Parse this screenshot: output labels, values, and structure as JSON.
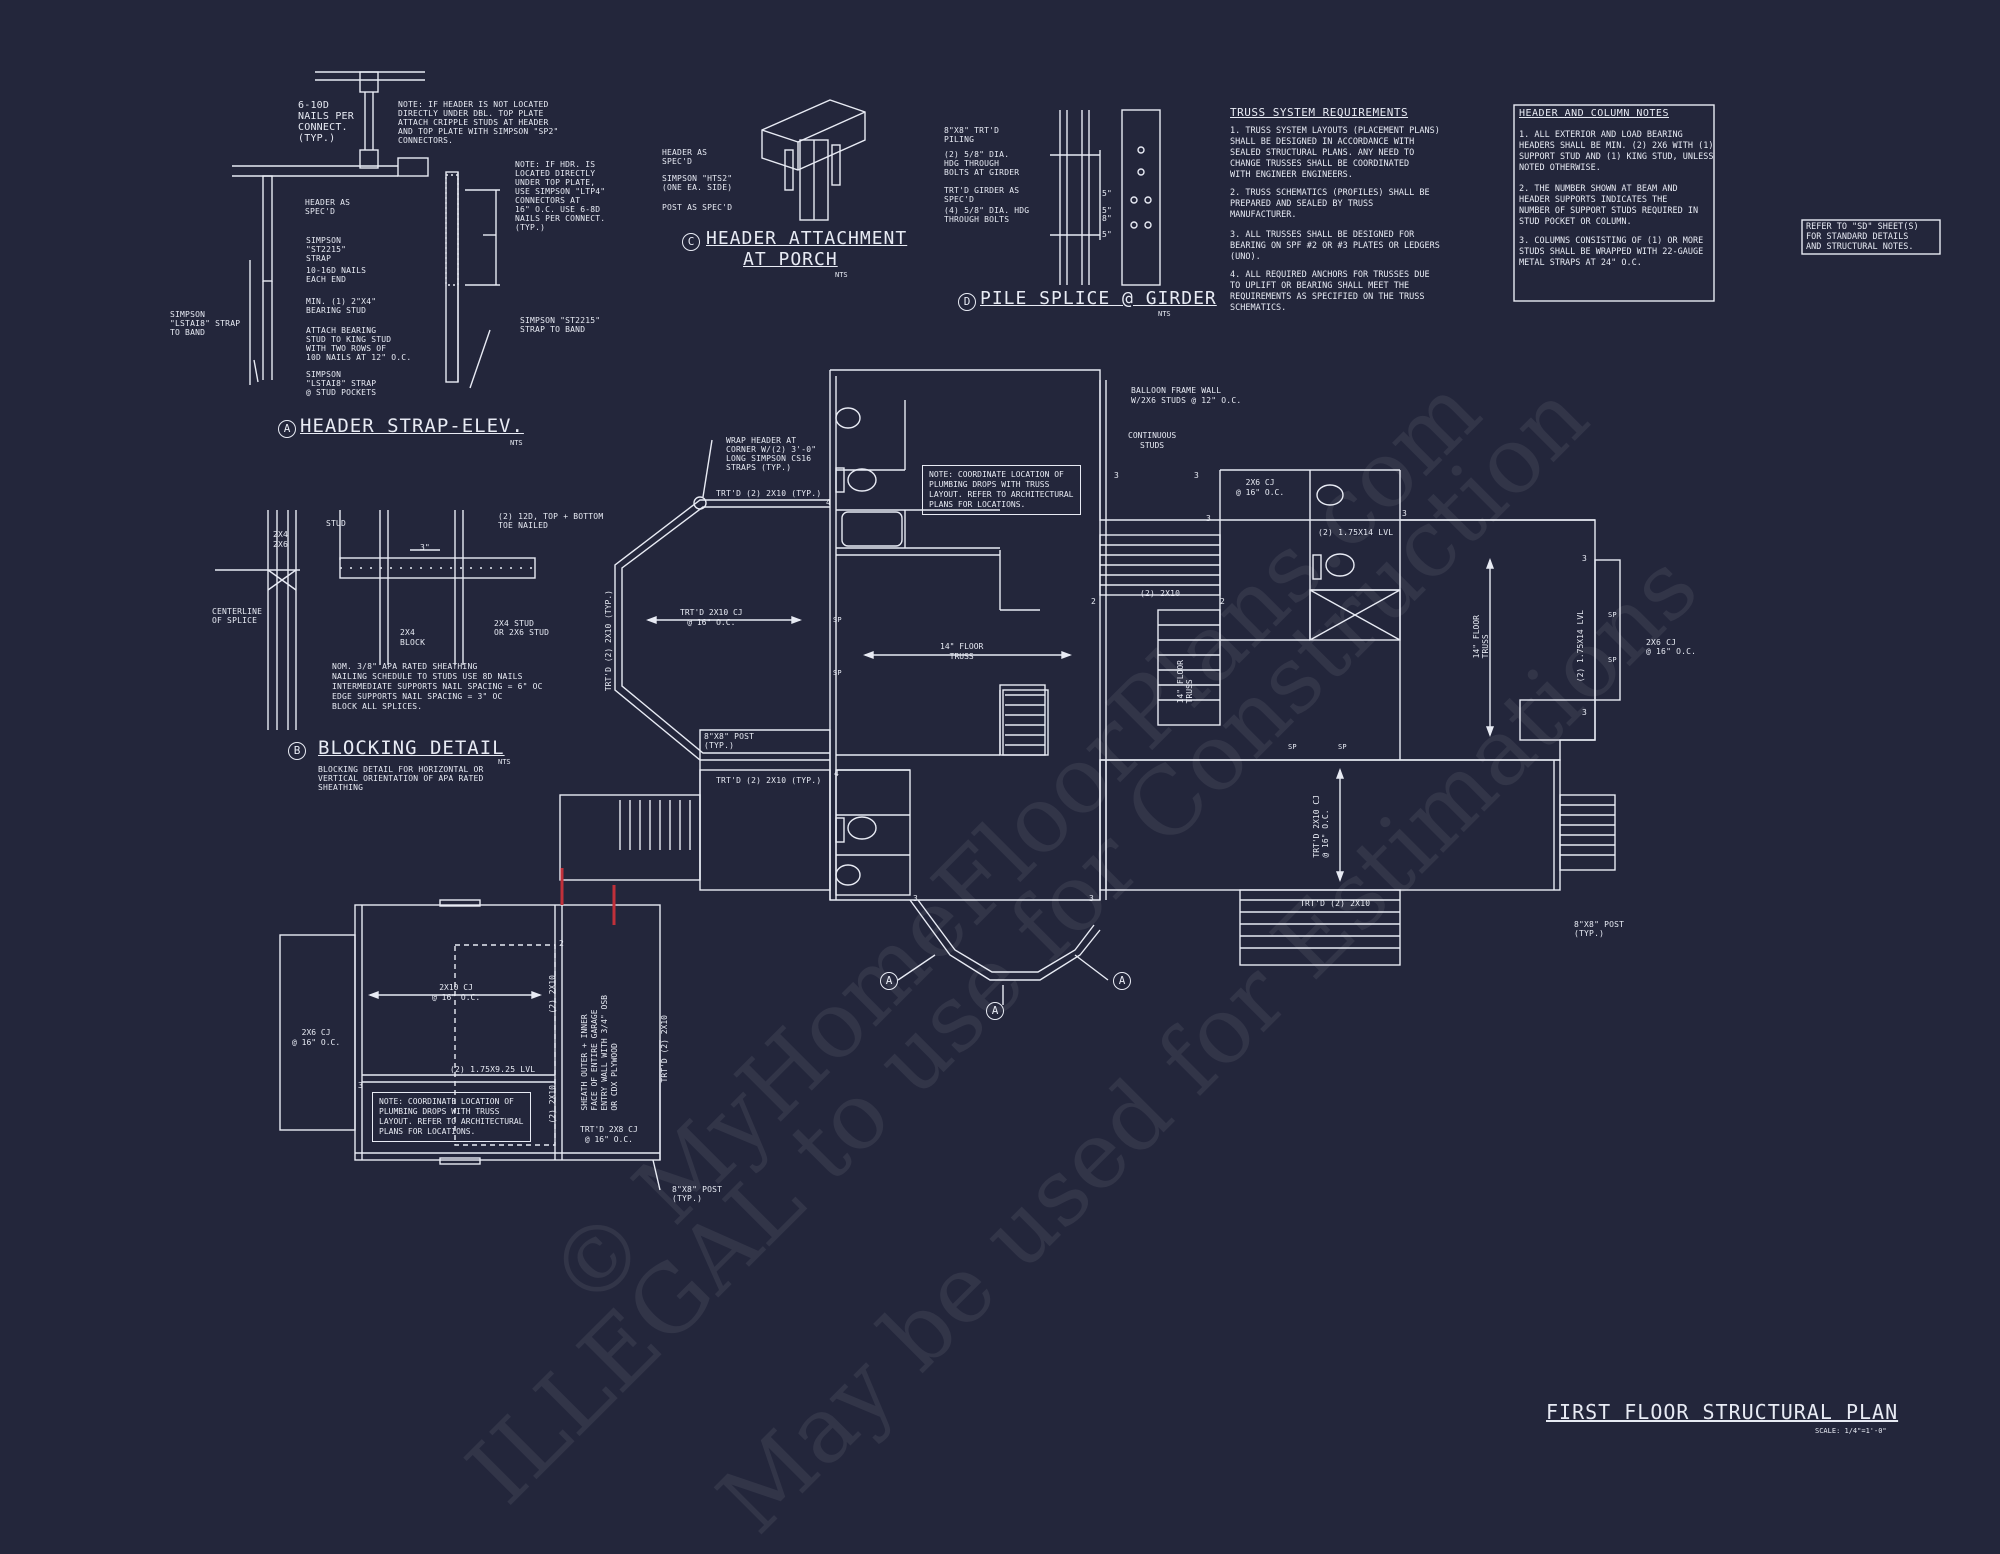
{
  "sheet": {
    "title": "FIRST FLOOR STRUCTURAL PLAN",
    "scale": "SCALE: 1/4\"=1'-0\"",
    "refer_note": "REFER TO \"SD\" SHEET(S)\nFOR STANDARD DETAILS\nAND STRUCTURAL NOTES."
  },
  "watermark": {
    "line1": "© MyHomeFloorPlans.com",
    "line2": "ILLEGAL to use for Construction",
    "line3": "May be used for Estimations"
  },
  "colors": {
    "background": "#23263b",
    "linework": "#e8ebf4",
    "accent": "#c0303a"
  },
  "detail_a": {
    "bubble": "A",
    "title": "HEADER STRAP-ELEV.",
    "nts": "NTS",
    "notes": {
      "nails": "6-10d\nNAILS PER\nCONNECT.\n(TYP.)",
      "note1": "NOTE: IF HEADER IS NOT LOCATED\nDIRECTLY UNDER DBL. TOP PLATE\nATTACH CRIPPLE STUDS AT HEADER\nAND TOP PLATE WITH SIMPSON \"SP2\"\nCONNECTORS.",
      "note2": "NOTE: IF HDR. IS\nLOCATED DIRECTLY\nUNDER TOP PLATE,\nUSE SIMPSON \"LTP4\"\nCONNECTORS AT\n16\" O.C. USE 6-8d\nNAILS PER CONNECT.\n(TYP.)",
      "header": "HEADER AS\nSPEC'D",
      "strap": "SIMPSON\n\"ST2215\"\nSTRAP",
      "nails2": "10-16d NAILS\nEACH END",
      "stud": "MIN. (1) 2\"x4\"\nBEARING STUD",
      "attach": "ATTACH BEARING\nSTUD TO KING STUD\nWITH TWO ROWS OF\n10d NAILS AT 12\" O.C.",
      "lstai_left": "SIMPSON\n\"LSTAI8\" STRAP\nTO BAND",
      "lstai_bottom": "SIMPSON\n\"LSTAI8\" STRAP\n@ STUD POCKETS",
      "st2215_band": "SIMPSON \"ST2215\"\nSTRAP TO BAND"
    }
  },
  "detail_b": {
    "bubble": "B",
    "title": "BLOCKING DETAIL",
    "nts": "NTS",
    "notes": {
      "size": "2x4\n2x6",
      "stud": "STUD",
      "toe": "(2) 12d, TOP + BOTTOM\nTOE NAILED",
      "dim": "3\"",
      "centerline": "CENTERLINE\nOF SPLICE",
      "block": "2x4\nBLOCK",
      "stud2": "2x4 STUD\nOR 2x6 STUD",
      "sheathing": "NOM. 3/8\" APA RATED SHEATHING\nNAILING SCHEDULE TO STUDS USE 8d NAILS\nINTERMEDIATE SUPPORTS NAIL SPACING = 6\" OC\nEDGE SUPPORTS NAIL SPACING = 3\" OC\nBLOCK ALL SPLICES.",
      "desc": "BLOCKING DETAIL FOR HORIZONTAL OR\nVERTICAL ORIENTATION OF APA RATED\nSHEATHING"
    }
  },
  "detail_c": {
    "bubble": "C",
    "title_line1": "HEADER ATTACHMENT",
    "title_line2": "AT PORCH",
    "nts": "NTS",
    "notes": {
      "header": "HEADER AS\nSPEC'D",
      "simpson": "SIMPSON \"HTS2\"\n(ONE EA. SIDE)",
      "post": "POST AS SPEC'D"
    }
  },
  "detail_d": {
    "bubble": "D",
    "title": "PILE SPLICE @ GIRDER",
    "nts": "NTS",
    "notes": {
      "piling": "8\"x8\" TRT'D\nPILING",
      "bolts1": "(2) 5/8\" DIA.\nHDG THROUGH\nBOLTS AT GIRDER",
      "girder": "TRT'D GIRDER AS\nSPEC'D",
      "bolts2": "(4) 5/8\" DIA. HDG\nTHROUGH BOLTS",
      "dims": [
        "5\"",
        "5\"",
        "8\"",
        "5\""
      ]
    }
  },
  "truss_requirements": {
    "title": "TRUSS SYSTEM REQUIREMENTS",
    "items": [
      "1. TRUSS SYSTEM LAYOUTS (PLACEMENT PLANS)\nSHALL BE DESIGNED IN ACCORDANCE WITH\nSEALED STRUCTURAL PLANS. ANY NEED TO\nCHANGE TRUSSES SHALL BE COORDINATED\nWITH ENGINEER ENGINEERS.",
      "2. TRUSS SCHEMATICS (PROFILES) SHALL BE\nPREPARED AND SEALED BY TRUSS\nMANUFACTURER.",
      "3. ALL TRUSSES SHALL BE DESIGNED FOR\nBEARING ON SPF #2 OR #3 PLATES OR LEDGERS\n(UNO).",
      "4. ALL REQUIRED ANCHORS FOR TRUSSES DUE\nTO UPLIFT OR BEARING SHALL MEET THE\nREQUIREMENTS AS SPECIFIED ON THE TRUSS\nSCHEMATICS."
    ]
  },
  "header_column_notes": {
    "title": "HEADER AND COLUMN NOTES",
    "items": [
      "1. ALL EXTERIOR AND LOAD BEARING\nHEADERS SHALL BE MIN. (2) 2x6 WITH (1)\nSUPPORT STUD AND (1) KING STUD, UNLESS\nNOTED OTHERWISE.",
      "2. THE NUMBER SHOWN AT BEAM AND\nHEADER SUPPORTS INDICATES THE\nNUMBER OF SUPPORT STUDS REQUIRED IN\nSTUD POCKET OR COLUMN.",
      "3. COLUMNS CONSISTING OF (1) OR MORE\nSTUDS SHALL BE WRAPPED WITH 22-GAUGE\nMETAL STRAPS AT 24\" O.C."
    ]
  },
  "plan_labels": {
    "wrap_header": "WRAP HEADER AT\nCORNER w/(2) 3'-0\"\nLONG SIMPSON CS16\nSTRAPS (TYP.)",
    "trtd_top": "TRT'D (2) 2x10 (TYP.)",
    "trtd_left_vertical": "TRT'D (2) 2x10 (TYP.)",
    "trtd_cj": "TRT'D 2x10 CJ\n@ 16\" O.C.",
    "floor_truss_center": "14\" FLOOR\nTRUSS",
    "plumbing_note_1": "NOTE: COORDINATE LOCATION OF\nPLUMBING DROPS WITH TRUSS\nLAYOUT. REFER TO ARCHITECTURAL\nPLANS FOR LOCATIONS.",
    "balloon": "BALLOON FRAME WALL\nw/2x6 STUDS @ 12\" O.C.",
    "continuous_studs": "CONTINUOUS\nSTUDS",
    "two_2x10": "(2) 2x10",
    "cj_2x6_vertical": "2x6 CJ\n@ 16\" O.C.",
    "lvl_175x14_a": "(2) 1.75x14 LVL",
    "floor_truss_mid": "14\" FLOOR\nTRUSS",
    "floor_truss_right": "14\" FLOOR\nTRUSS",
    "lvl_175x14_b": "(2) 1.75x14 LVL",
    "cj_2x6_right": "2x6 CJ\n@ 16\" O.C.",
    "post_left": "8\"x8\" POST\n(TYP.)",
    "trtd_lower": "TRT'D (2) 2x10 (TYP.)",
    "trtd_cj_vertical": "TRT'D 2x10 CJ\n@ 16\" O.C.",
    "trtd_bottom": "TRT'D (2) 2x10",
    "post_right": "8\"x8\" POST\n(TYP.)",
    "section_marks": [
      "A",
      "A",
      "A"
    ],
    "garage_cj": "2x10 CJ\n@ 16\" O.C.",
    "garage_lvl": "(2) 1.75x9.25 LVL",
    "garage_left_cj": "2x6 CJ\n@ 16\" O.C.",
    "garage_two_2x10_a": "(2) 2x10",
    "garage_two_2x10_b": "(2) 2x10",
    "garage_trtd_2x10": "TRT'D (2) 2x10",
    "sheath_note": "SHEATH OUTER + INNER\nFACE OF ENTIRE GARAGE\nENTRY WALL WITH 3/4\" OSB\nOR CDX PLYWOOD",
    "plumbing_note_2": "NOTE: COORDINATE LOCATION OF\nPLUMBING DROPS WITH TRUSS\nLAYOUT. REFER TO ARCHITECTURAL\nPLANS FOR LOCATIONS.",
    "garage_trtd_cj": "TRT'D 2x8 CJ\n@ 16\" O.C.",
    "post_garage": "8\"x8\" POST\n(TYP.)",
    "sp": "SP",
    "studs": [
      "3",
      "3",
      "3",
      "3",
      "3",
      "4",
      "4",
      "3",
      "3",
      "3",
      "2",
      "2",
      "2",
      "3"
    ]
  }
}
